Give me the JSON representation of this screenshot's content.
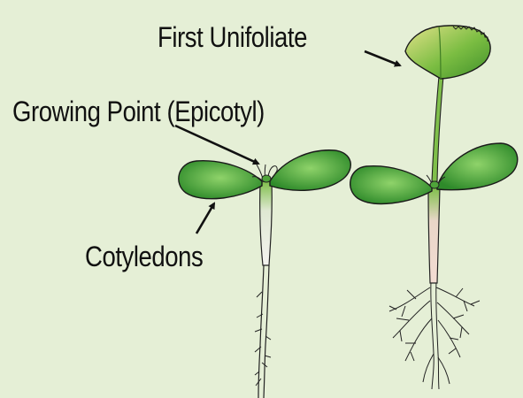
{
  "labels": {
    "first_unifoliate": "First Unifoliate",
    "growing_point": "Growing Point (Epicotyl)",
    "cotyledons": "Cotyledons"
  },
  "colors": {
    "background": "#e5efd6",
    "leaf_dark": "#2e8a2a",
    "leaf_light": "#8fd36a",
    "stem_green": "#7fbf4a",
    "root_white": "#f2f2ef",
    "root_pink": "#f0d9d0",
    "outline": "#1a1a1a"
  }
}
